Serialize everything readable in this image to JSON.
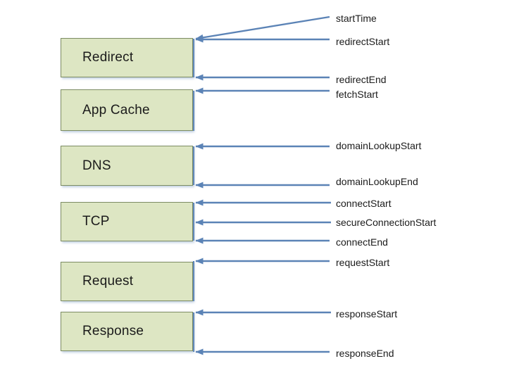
{
  "boxes": [
    {
      "id": "redirect",
      "label": "Redirect"
    },
    {
      "id": "app-cache",
      "label": "App Cache"
    },
    {
      "id": "dns",
      "label": "DNS"
    },
    {
      "id": "tcp",
      "label": "TCP"
    },
    {
      "id": "request",
      "label": "Request"
    },
    {
      "id": "response",
      "label": "Response"
    }
  ],
  "events": [
    {
      "id": "startTime",
      "label": "startTime"
    },
    {
      "id": "redirectStart",
      "label": "redirectStart"
    },
    {
      "id": "redirectEnd",
      "label": "redirectEnd"
    },
    {
      "id": "fetchStart",
      "label": "fetchStart"
    },
    {
      "id": "domainLookupStart",
      "label": "domainLookupStart"
    },
    {
      "id": "domainLookupEnd",
      "label": "domainLookupEnd"
    },
    {
      "id": "connectStart",
      "label": "connectStart"
    },
    {
      "id": "secureConnectionStart",
      "label": "secureConnectionStart"
    },
    {
      "id": "connectEnd",
      "label": "connectEnd"
    },
    {
      "id": "requestStart",
      "label": "requestStart"
    },
    {
      "id": "responseStart",
      "label": "responseStart"
    },
    {
      "id": "responseEnd",
      "label": "responseEnd"
    }
  ],
  "colors": {
    "background": "#ffffff",
    "box_fill": "#dde6c3",
    "box_border": "#7d8d63",
    "arrow": "#5b83b6",
    "text": "#1b1b1b"
  }
}
